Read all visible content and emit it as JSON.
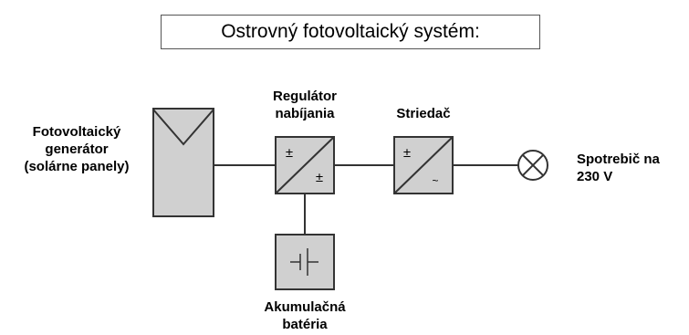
{
  "title": "Ostrovný fotovoltaický systém:",
  "components": {
    "generator": {
      "lines": [
        "Fotovoltaický",
        "generátor",
        "(solárne panely)"
      ]
    },
    "regulator": {
      "lines": [
        "Regulátor",
        "nabíjania"
      ],
      "symbol_in": "±",
      "symbol_out": "±"
    },
    "inverter": {
      "label": "Striedač",
      "symbol_in": "±",
      "symbol_out": "~"
    },
    "battery": {
      "lines": [
        "Akumulačná",
        "batéria"
      ]
    },
    "load": {
      "lines": [
        "Spotrebič na",
        "230 V"
      ]
    }
  },
  "icons": {
    "generator": "solar-panel-icon",
    "regulator": "dc-dc-converter-icon",
    "inverter": "dc-ac-inverter-icon",
    "battery": "battery-icon",
    "load": "lamp-icon"
  }
}
